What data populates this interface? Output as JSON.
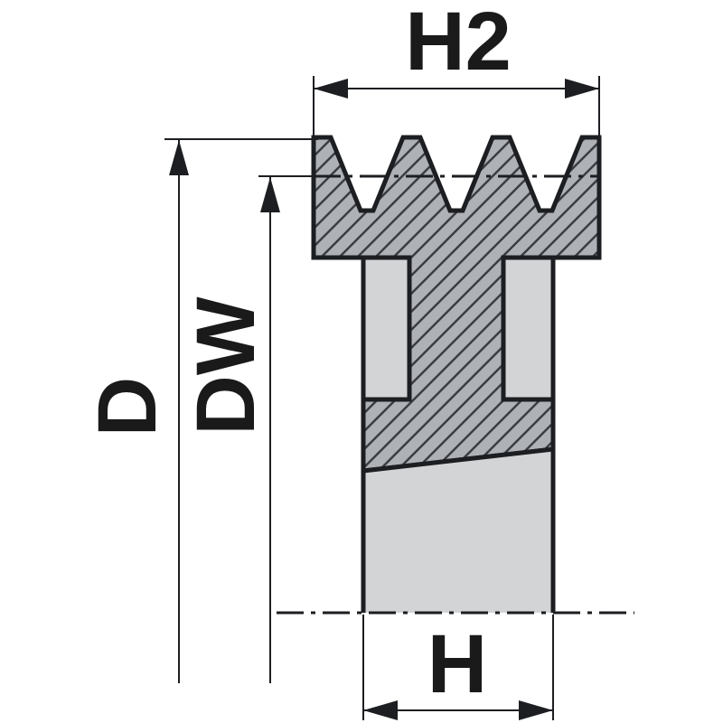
{
  "labels": {
    "top_width": "H2",
    "outside_diameter": "D",
    "pitch_diameter": "DW",
    "hub_width": "H"
  },
  "colors": {
    "background": "#ffffff",
    "line": "#1c1e21",
    "text": "#1a1a1a",
    "section-fill": "#aeb1b6",
    "hatch-line": "#3a3d42",
    "plain-fill": "#d2d4d6"
  }
}
